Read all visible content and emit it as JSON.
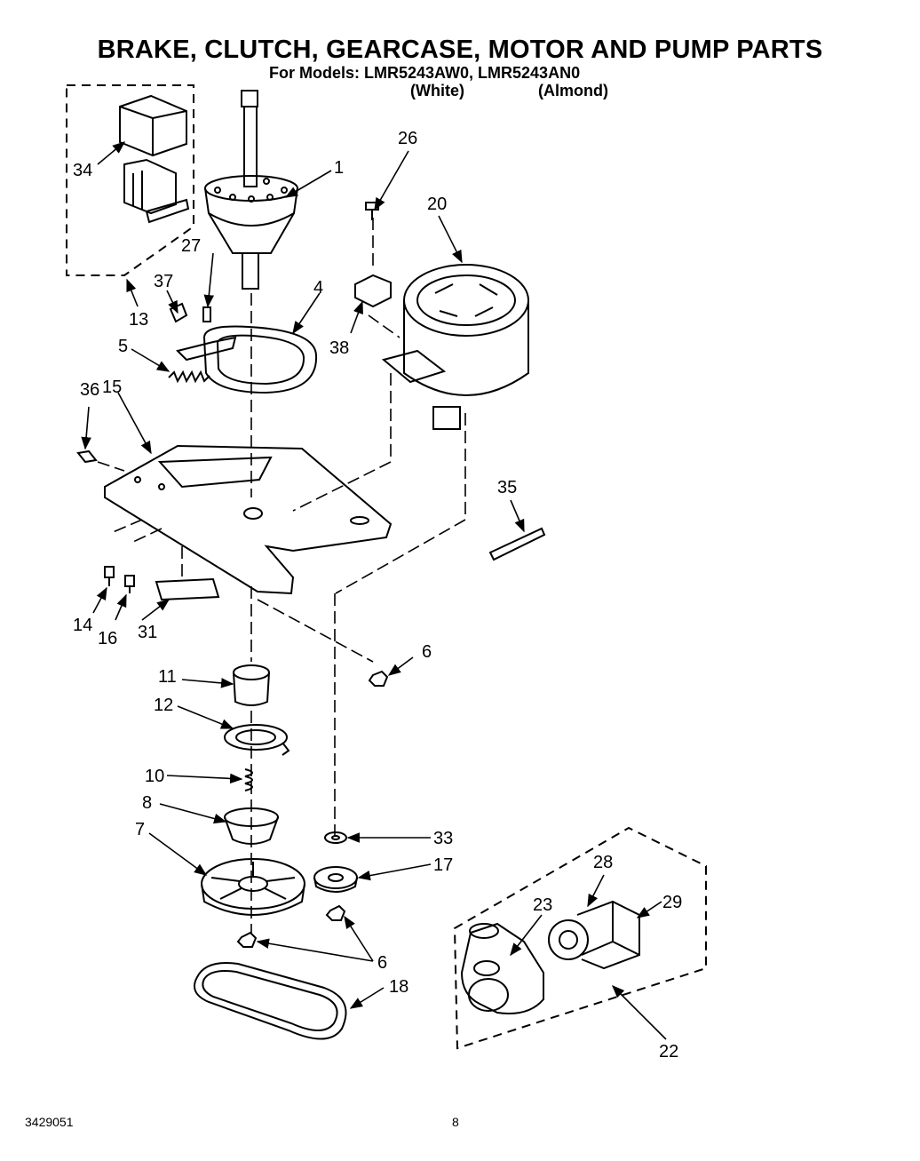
{
  "header": {
    "title": "BRAKE, CLUTCH, GEARCASE, MOTOR AND PUMP PARTS",
    "models_line": "For Models:  LMR5243AW0,  LMR5243AN0",
    "variant_white": "(White)",
    "variant_almond": "(Almond)"
  },
  "footer": {
    "part_number": "3429051",
    "page_number": "8"
  },
  "callouts": {
    "c1": "1",
    "c4": "4",
    "c5": "5",
    "c6a": "6",
    "c6b": "6",
    "c7": "7",
    "c8": "8",
    "c10": "10",
    "c11": "11",
    "c12": "12",
    "c13": "13",
    "c14": "14",
    "c15": "15",
    "c16": "16",
    "c17": "17",
    "c18": "18",
    "c20": "20",
    "c22": "22",
    "c23": "23",
    "c26": "26",
    "c27": "27",
    "c28": "28",
    "c29": "29",
    "c31": "31",
    "c33": "33",
    "c34": "34",
    "c35": "35",
    "c36": "36",
    "c37": "37",
    "c38": "38"
  }
}
